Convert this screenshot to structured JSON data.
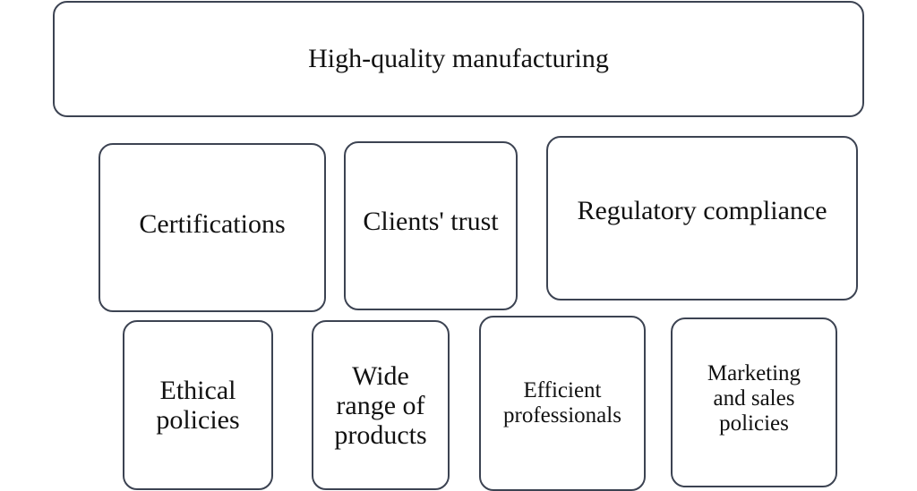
{
  "diagram": {
    "top": "High-quality manufacturing",
    "row1": {
      "certifications": "Certifications",
      "clients_trust": "Clients' trust",
      "regulatory": "Regulatory compliance"
    },
    "row2": {
      "ethical_line1": "Ethical",
      "ethical_line2": "policies",
      "wide_line1": "Wide",
      "wide_line2": "range of",
      "wide_line3": "products",
      "efficient_line1": "Efficient",
      "efficient_line2": "professionals",
      "marketing_line1": "Marketing",
      "marketing_line2": "and sales",
      "marketing_line3": "policies"
    }
  }
}
